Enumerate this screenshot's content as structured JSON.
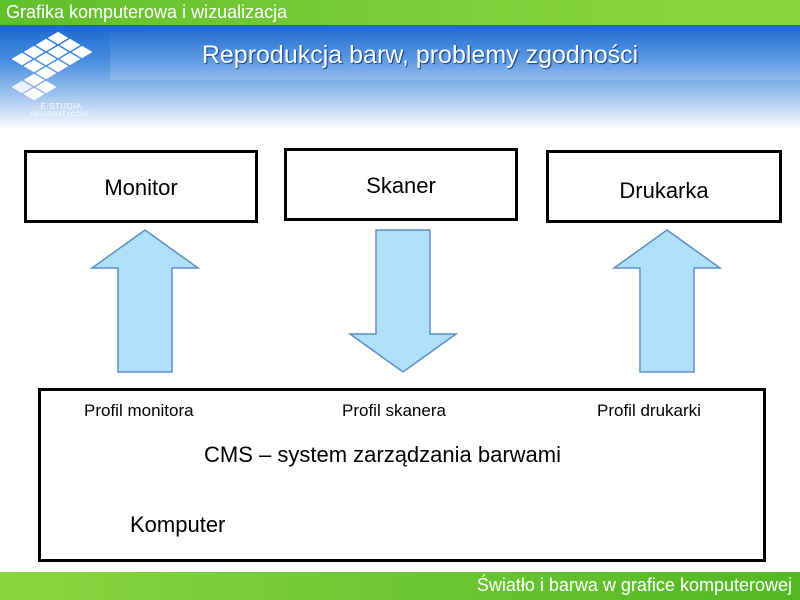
{
  "header": {
    "course_title": "Grafika komputerowa i wizualizacja",
    "slide_title": "Reprodukcja barw, problemy zgodności",
    "logo_line1": "E-STUDIA",
    "logo_line2": "INFORMATYCZNE"
  },
  "devices": {
    "monitor": "Monitor",
    "scanner": "Skaner",
    "printer": "Drukarka"
  },
  "arrows": {
    "monitor": "up",
    "scanner": "down",
    "printer": "up"
  },
  "cms": {
    "profile_monitor": "Profil monitora",
    "profile_scanner": "Profil skanera",
    "profile_printer": "Profil drukarki",
    "system_label": "CMS – system zarządzania barwami",
    "computer_label": "Komputer"
  },
  "footer": {
    "text": "Światło i barwa w grafice komputerowej"
  },
  "colors": {
    "top_bar": "#6cc632",
    "header_blue": "#1a66cc",
    "arrow_fill": "#aee0f7",
    "arrow_stroke": "#5b8fc7"
  }
}
